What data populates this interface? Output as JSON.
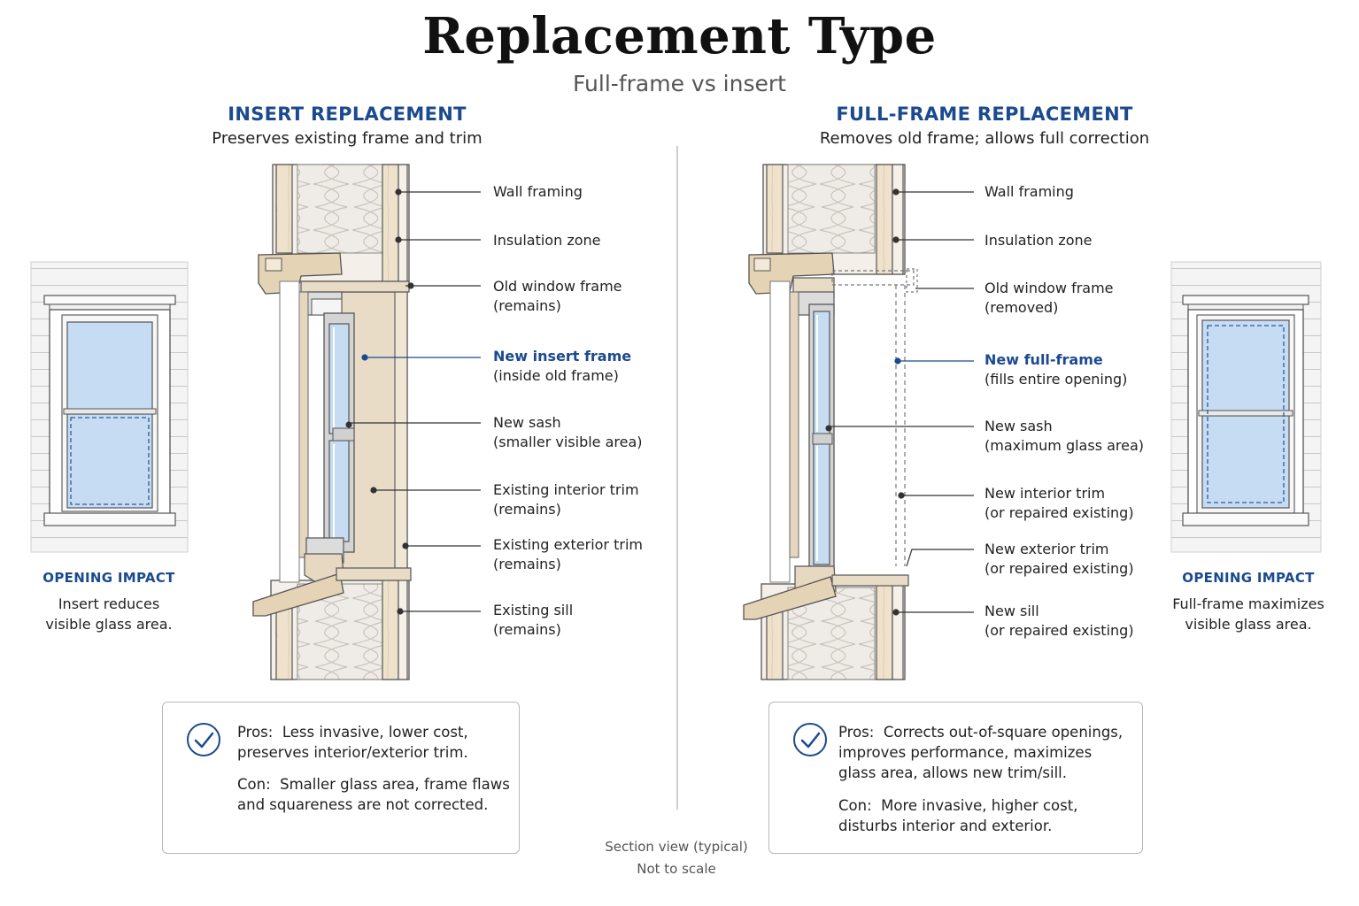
{
  "title": "Replacement Type",
  "subtitle": "Full-frame vs insert",
  "insert": {
    "heading": "INSERT REPLACEMENT",
    "subheading": "Preserves existing frame and trim",
    "callouts": [
      {
        "line1": "Wall framing",
        "line2": ""
      },
      {
        "line1": "Insulation zone",
        "line2": ""
      },
      {
        "line1": "Old window frame",
        "line2": "(remains)"
      },
      {
        "line1": "New insert frame",
        "line2": "(inside old frame)"
      },
      {
        "line1": "New sash",
        "line2": "(smaller visible area)"
      },
      {
        "line1": "Existing interior trim",
        "line2": "(remains)"
      },
      {
        "line1": "Existing exterior trim",
        "line2": "(remains)"
      },
      {
        "line1": "Existing sill",
        "line2": "(remains)"
      }
    ],
    "impact_heading": "OPENING IMPACT",
    "impact_line1": "Insert reduces",
    "impact_line2": "visible glass area.",
    "pros_label": "Pros:",
    "pros_line1": "Less invasive, lower cost,",
    "pros_line2": "preserves interior/exterior trim.",
    "cons_label": "Con:",
    "cons_line1": "Smaller glass area, frame flaws",
    "cons_line2": "and squareness are not corrected."
  },
  "fullframe": {
    "heading": "FULL-FRAME REPLACEMENT",
    "subheading": "Removes old frame; allows full correction",
    "callouts": [
      {
        "line1": "Wall framing",
        "line2": ""
      },
      {
        "line1": "Insulation zone",
        "line2": ""
      },
      {
        "line1": "Old window frame",
        "line2": "(removed)"
      },
      {
        "line1": "New full-frame",
        "line2": "(fills entire opening)"
      },
      {
        "line1": "New sash",
        "line2": "(maximum glass area)"
      },
      {
        "line1": "New interior trim",
        "line2": "(or repaired existing)"
      },
      {
        "line1": "New exterior trim",
        "line2": "(or repaired existing)"
      },
      {
        "line1": "New sill",
        "line2": "(or repaired existing)"
      }
    ],
    "impact_heading": "OPENING IMPACT",
    "impact_line1": "Full-frame maximizes",
    "impact_line2": "visible glass area.",
    "pros_label": "Pros:",
    "pros_line1": "Corrects out-of-square openings,",
    "pros_line2": "improves performance, maximizes",
    "pros_line3": "glass area, allows new trim/sill.",
    "cons_label": "Con:",
    "cons_line1": "More invasive, higher cost,",
    "cons_line2": "disturbs interior and exterior."
  },
  "footer": {
    "line1": "Section view (typical)",
    "line2": "Not to scale"
  },
  "colors": {
    "accent": "#1b4a8f",
    "glass": "#c6dcf3",
    "wood": "#eadfca",
    "insulation": "#ece8e2"
  }
}
